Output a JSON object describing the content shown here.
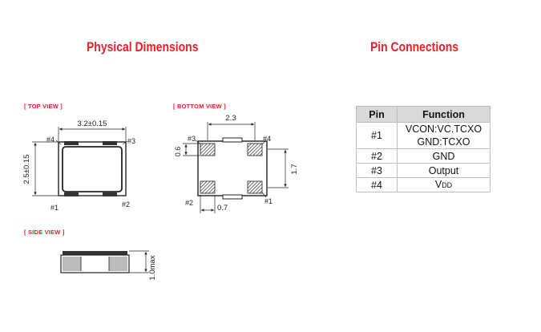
{
  "headings": {
    "physical": "Physical Dimensions",
    "pins": "Pin Connections"
  },
  "views": {
    "top": "[ TOP VIEW ]",
    "bottom": "[ BOTTOM VIEW ]",
    "side": "[ SIDE VIEW ]"
  },
  "top_view": {
    "width_dim": "3.2±0.15",
    "height_dim": "2.5±0.15",
    "pin_labels": [
      "#4",
      "#3",
      "#1",
      "#2"
    ]
  },
  "bottom_view": {
    "pitch_dim": "2.3",
    "pad_height_dim": "0.6",
    "vertical_dim": "1.7",
    "pad_width_dim": "0.7",
    "pin_labels": [
      "#3",
      "#4",
      "#2",
      "#1"
    ]
  },
  "side_view": {
    "height_dim": "1.0max"
  },
  "pin_table": {
    "headers": [
      "Pin",
      "Function"
    ],
    "rows": [
      {
        "pin": "#1",
        "function_lines": [
          "VCON:VC.TCXO",
          "GND:TCXO"
        ]
      },
      {
        "pin": "#2",
        "function_lines": [
          "GND"
        ]
      },
      {
        "pin": "#3",
        "function_lines": [
          "Output"
        ]
      },
      {
        "pin": "#4",
        "function_v": "V",
        "function_sub": "DD"
      }
    ]
  }
}
